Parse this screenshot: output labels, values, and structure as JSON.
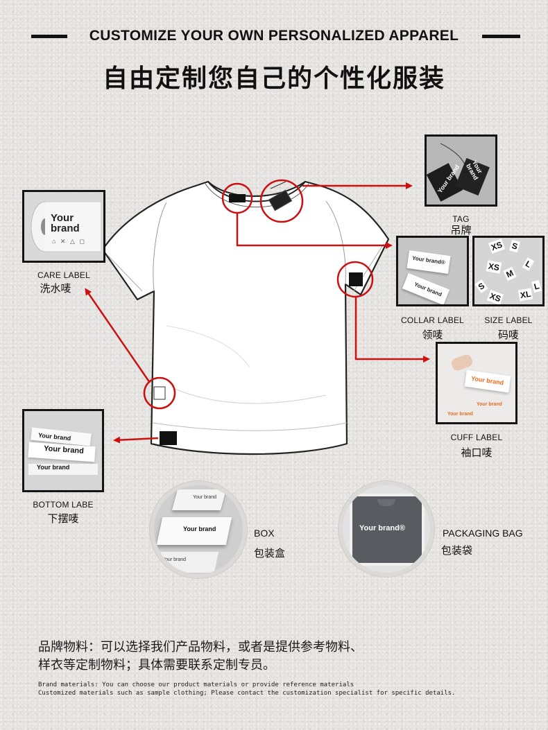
{
  "header": {
    "title_en": "CUSTOMIZE YOUR OWN PERSONALIZED APPAREL",
    "title_cn": "自由定制您自己的个性化服装"
  },
  "labels": {
    "tag": {
      "en": "TAG",
      "cn": "吊牌"
    },
    "care": {
      "en": "CARE LABEL",
      "cn": "洗水唛"
    },
    "collar": {
      "en": "COLLAR LABEL",
      "cn": "领唛"
    },
    "size": {
      "en": "SIZE LABEL",
      "cn": "码唛"
    },
    "cuff": {
      "en": "CUFF LABEL",
      "cn": "袖口唛"
    },
    "bottom": {
      "en": "BOTTOM LABE",
      "cn": "下摆唛"
    },
    "box": {
      "en": "BOX",
      "cn": "包装盒"
    },
    "bag": {
      "en": "PACKAGING BAG",
      "cn": "包装袋"
    }
  },
  "photo_text": {
    "brand": "Your brand",
    "brand_reg": "Your brand®",
    "care_line1": "Your",
    "care_line2": "brand",
    "size_marks": [
      "XS",
      "S",
      "XS",
      "M",
      "L",
      "XL",
      "S",
      "XS",
      "L"
    ]
  },
  "notes": {
    "cn_line1": "品牌物料：可以选择我们产品物料，或者是提供参考物料、",
    "cn_line2": "样衣等定制物料；具体需要联系定制专员。",
    "en_line1": "Brand materials: You can choose our product materials or provide reference materials",
    "en_line2": "Customized materials such as sample clothing; Please contact the customization specialist for specific details."
  },
  "colors": {
    "accent": "#cc1010",
    "ink": "#111111",
    "background": "#e3e1de"
  }
}
